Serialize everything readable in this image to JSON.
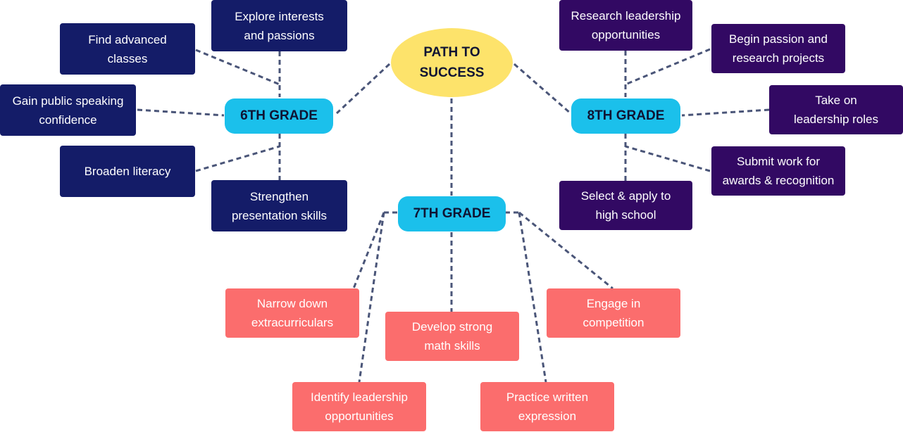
{
  "center": {
    "line1": "PATH TO",
    "line2": "SUCCESS"
  },
  "grades": {
    "g6": "6TH GRADE",
    "g7": "7TH GRADE",
    "g8": "8TH GRADE"
  },
  "sixth": [
    {
      "line1": "Explore interests",
      "line2": "and passions"
    },
    {
      "line1": "Find advanced",
      "line2": "classes"
    },
    {
      "line1": "Gain public speaking",
      "line2": "confidence"
    },
    {
      "line1": "Broaden literacy",
      "line2": ""
    },
    {
      "line1": "Strengthen",
      "line2": "presentation skills"
    }
  ],
  "eighth": [
    {
      "line1": "Research leadership",
      "line2": "opportunities"
    },
    {
      "line1": "Begin passion and",
      "line2": "research projects"
    },
    {
      "line1": "Take on",
      "line2": "leadership roles"
    },
    {
      "line1": "Submit work for",
      "line2": "awards & recognition"
    },
    {
      "line1": "Select & apply to",
      "line2": "high school"
    }
  ],
  "seventh": [
    {
      "line1": "Narrow down",
      "line2": "extracurriculars"
    },
    {
      "line1": "Develop strong",
      "line2": "math skills"
    },
    {
      "line1": "Engage in",
      "line2": "competition"
    },
    {
      "line1": "Identify leadership",
      "line2": "opportunities"
    },
    {
      "line1": "Practice written",
      "line2": "expression"
    }
  ],
  "colors": {
    "center": "#fde36b",
    "grade_pill": "#1bc0eb",
    "sixth_grade_boxes": "#141c68",
    "eighth_grade_boxes": "#320963",
    "seventh_grade_boxes": "#fb6d6d",
    "connector": "#4a5578"
  }
}
